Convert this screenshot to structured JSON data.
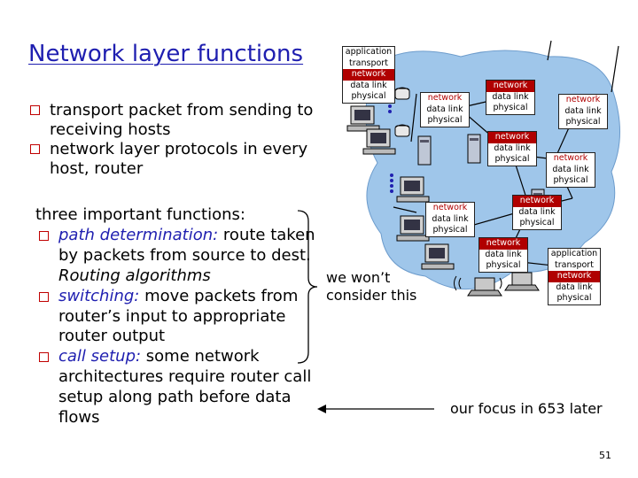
{
  "slide": {
    "title": "Network layer functions",
    "page_number": "51"
  },
  "bullets": [
    {
      "text": "transport packet from sending to receiving hosts"
    },
    {
      "text": "network layer protocols in every host, router"
    }
  ],
  "functions": {
    "heading": "three important functions:",
    "items": [
      {
        "term": "path determination:",
        "text": " route taken by packets from source to dest. ",
        "suffix": "Routing algorithms"
      },
      {
        "term": "switching:",
        "text": " move packets from router’s input to appropriate router output",
        "suffix": ""
      },
      {
        "term": "call setup:",
        "text": " some network architectures require router call setup along path before data flows",
        "suffix": ""
      }
    ]
  },
  "annotations": {
    "wont_consider": "we won’t consider this",
    "focus": "our focus in 653 later"
  },
  "stacks": {
    "host_full": [
      "application",
      "transport",
      "network",
      "data link",
      "physical"
    ],
    "router": [
      "network",
      "data link",
      "physical"
    ]
  },
  "colors": {
    "title": "#1f1fb0",
    "bullet_marker": "#c00000",
    "cloud": "#9fc6ea",
    "network_layer": "#b00000"
  }
}
